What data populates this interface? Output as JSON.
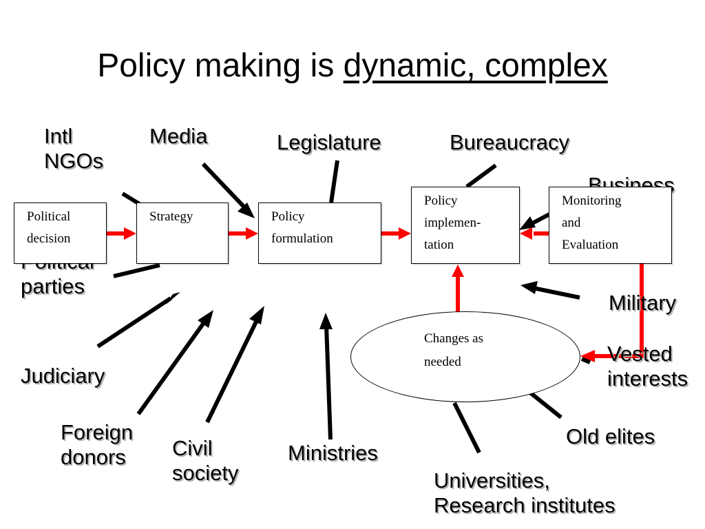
{
  "title": {
    "plain": "Policy making is ",
    "underlined": "dynamic, complex"
  },
  "colors": {
    "flow_arrow": "#ff0000",
    "influence_arrow": "#000000"
  },
  "actors": {
    "intl_ngos": [
      "Intl",
      "NGOs"
    ],
    "media": "Media",
    "legislature": "Legislature",
    "bureaucracy": "Bureaucracy",
    "business": "Business",
    "political_parties": [
      "Political",
      "parties"
    ],
    "judiciary": "Judiciary",
    "foreign_donors": [
      "Foreign",
      "donors"
    ],
    "civil_society": [
      "Civil",
      "society"
    ],
    "ministries": "Ministries",
    "military": "Military",
    "vested_interests": [
      "Vested",
      "interests"
    ],
    "old_elites": "Old elites",
    "universities": [
      "Universities,",
      "Research institutes"
    ]
  },
  "process": {
    "political_decision": [
      "Political",
      "decision"
    ],
    "strategy": [
      "Strategy"
    ],
    "policy_formulation": [
      "Policy",
      "formulation"
    ],
    "policy_implementation": [
      "Policy",
      "implemen-",
      "tation"
    ],
    "monitoring_evaluation": [
      "Monitoring",
      "and",
      "Evaluation"
    ],
    "changes": [
      "Changes as",
      "needed"
    ]
  }
}
